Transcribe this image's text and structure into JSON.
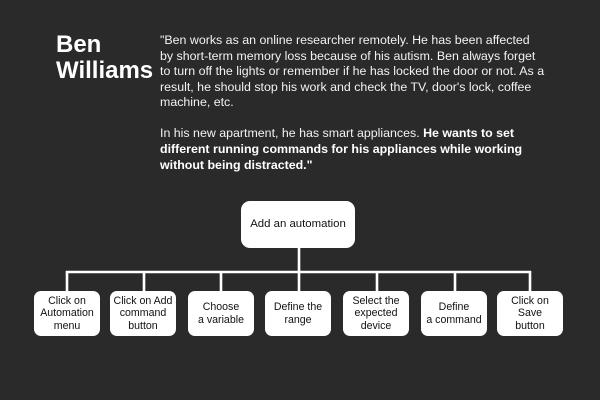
{
  "persona": {
    "first_name": "Ben",
    "last_name": "Williams"
  },
  "story": {
    "paragraph1": "\"Ben works as an online researcher remotely. He has been affected by short-term memory loss because of his autism. Ben always forget to turn off the lights or remember if he has locked the door or not. As a result, he should stop his work and check the TV, door's lock, coffee machine, etc.",
    "paragraph2_intro": "In his new apartment, he has smart appliances. ",
    "paragraph2_bold": "He wants to set different running commands for his appliances while working without being distracted.\""
  },
  "flow": {
    "root": "Add an automation",
    "steps": [
      "Click on\nAutomation\nmenu",
      "Click on Add\ncommand\nbutton",
      "Choose\na variable",
      "Define the\nrange",
      "Select the\nexpected\ndevice",
      "Define\na command",
      "Click on Save\nbutton"
    ]
  },
  "colors": {
    "background": "#2b2a2a",
    "node_fill": "#ffffff",
    "connector": "#ffffff",
    "node_text": "#111111"
  }
}
